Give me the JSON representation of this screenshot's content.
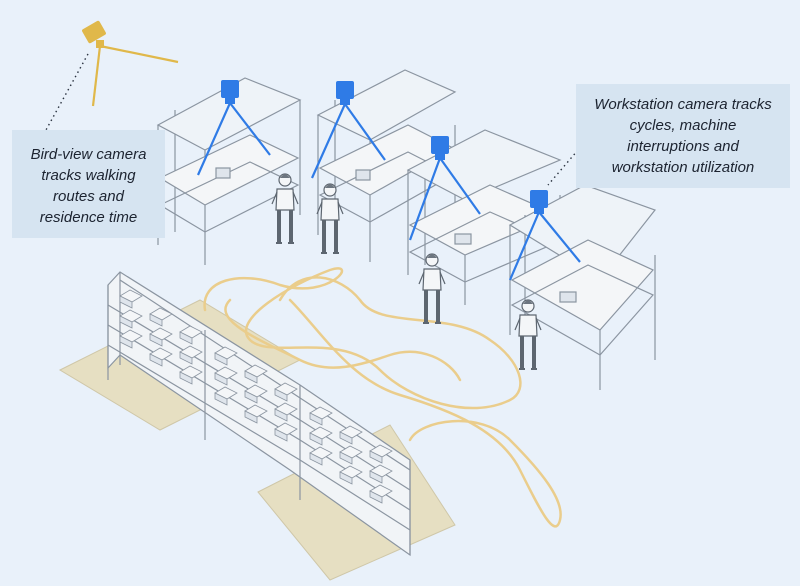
{
  "callouts": {
    "bird_view": {
      "lines": [
        "Bird-view camera",
        "tracks walking",
        "routes and",
        "residence time"
      ]
    },
    "workstation": {
      "lines": [
        "Workstation camera tracks",
        "cycles, machine",
        "interruptions and",
        "workstation utilization"
      ]
    }
  },
  "colors": {
    "background": "#e9f1fa",
    "callout_bg": "#d6e4f1",
    "camera_blue": "#2f7be6",
    "bird_camera": "#e0b84a",
    "walking_route": "#eacd8c",
    "floor_marking": "#e6dfc2",
    "rack_line": "#8b95a1"
  },
  "icons": {
    "bird_view_camera": "bird-camera-icon",
    "workstation_camera": "camera-icon",
    "worker": "worker-icon"
  }
}
